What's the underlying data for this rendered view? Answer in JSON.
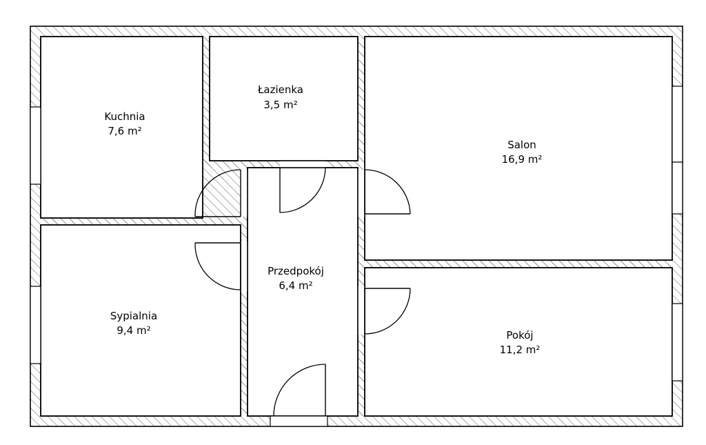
{
  "floor_plan": {
    "colors": {
      "background": "#ffffff",
      "line": "#000000",
      "hatch": "#777777"
    },
    "rooms": [
      {
        "id": "kuchnia",
        "name": "Kuchnia",
        "area": "7,6 m²"
      },
      {
        "id": "lazienka",
        "name": "Łazienka",
        "area": "3,5 m²"
      },
      {
        "id": "salon",
        "name": "Salon",
        "area": "16,9 m²"
      },
      {
        "id": "sypialnia",
        "name": "Sypialnia",
        "area": "9,4 m²"
      },
      {
        "id": "przedpokoj",
        "name": "Przedpokój",
        "area": "6,4 m²"
      },
      {
        "id": "pokoj",
        "name": "Pokój",
        "area": "11,2 m²"
      }
    ]
  }
}
